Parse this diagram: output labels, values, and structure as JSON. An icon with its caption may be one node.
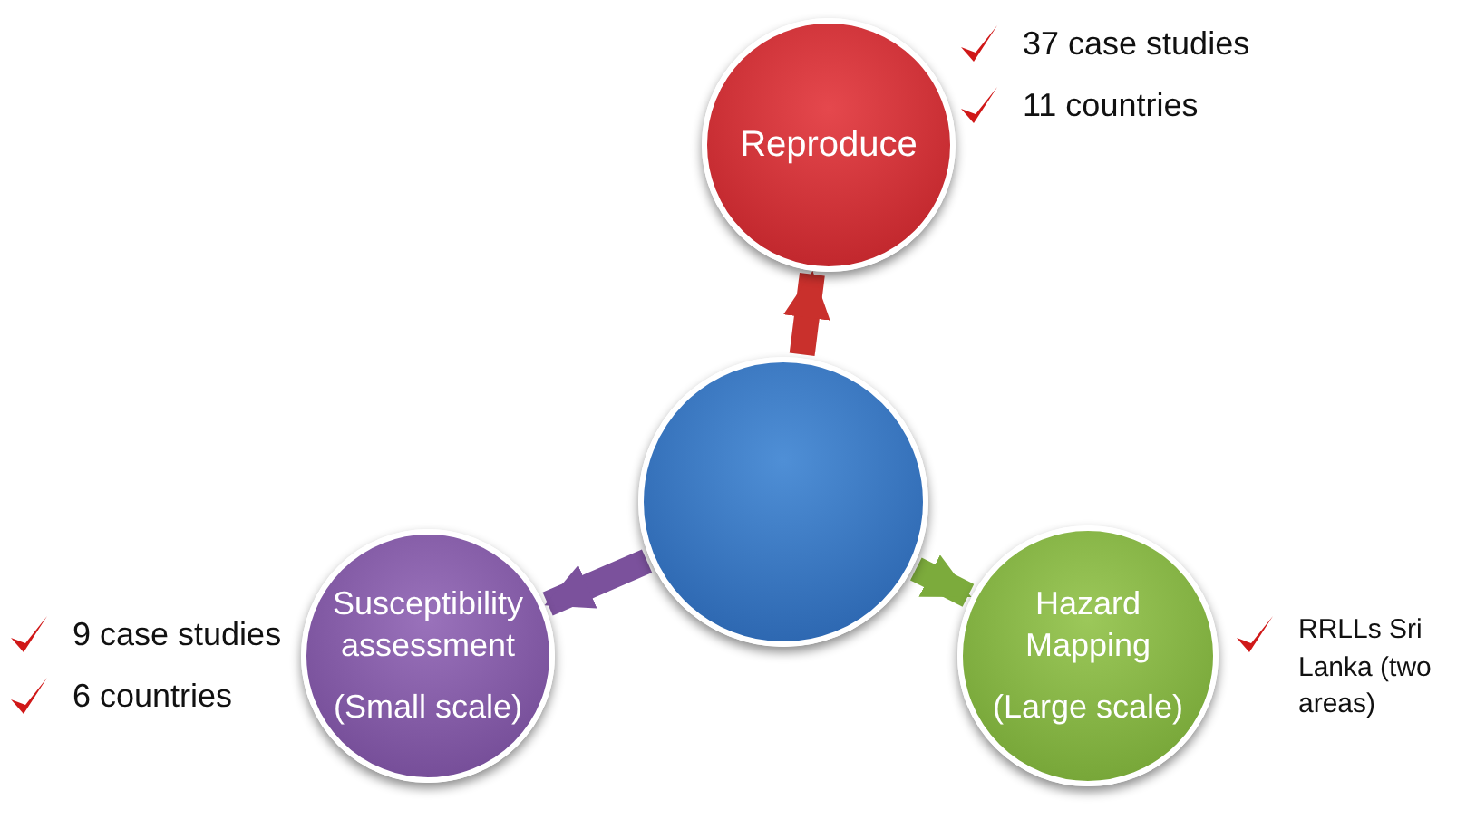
{
  "diagram": {
    "nodes": [
      {
        "text": [
          "Reproduce"
        ],
        "beside": [
          "37 case studies",
          "11 countries"
        ]
      },
      {
        "text": [],
        "shape": "circle"
      },
      {
        "text": [
          "Susceptibility assessment",
          "(Small scale)"
        ],
        "beside": [
          "9 case studies",
          "6 countries"
        ]
      },
      {
        "text": [
          "Hazard Mapping",
          "(Large scale)"
        ],
        "beside": [
          "RRLLs Sri Lanka (two areas)"
        ]
      }
    ],
    "edges": [
      {
        "from": 1,
        "to": 0,
        "arrow": "to",
        "color": "#c9302c"
      },
      {
        "from": 1,
        "to": 2,
        "arrow": "to",
        "color": "#7b519c"
      },
      {
        "from": 1,
        "to": 3,
        "arrow": "to",
        "color": "#7cab3c"
      }
    ]
  }
}
